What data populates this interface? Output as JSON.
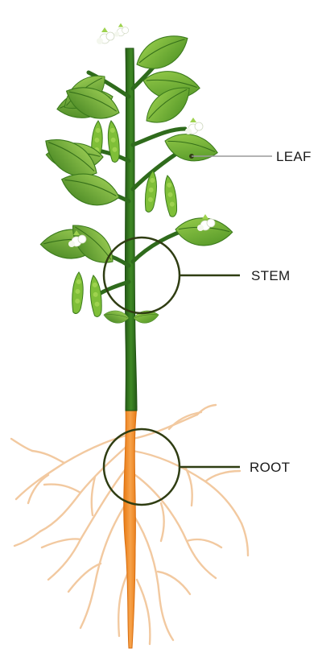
{
  "diagram": {
    "labels": {
      "leaf": "LEAF",
      "stem": "STEM",
      "root": "ROOT"
    },
    "colors": {
      "leaf_dark": "#3f7f1e",
      "leaf_light": "#8cc63f",
      "stem": "#2f6b1c",
      "root_main": "#f08a24",
      "root_branch": "#f2c9a0",
      "pointer_dark": "#2f3d12",
      "pointer_gray": "#9a9a9a",
      "flower": "#ffffff"
    }
  }
}
